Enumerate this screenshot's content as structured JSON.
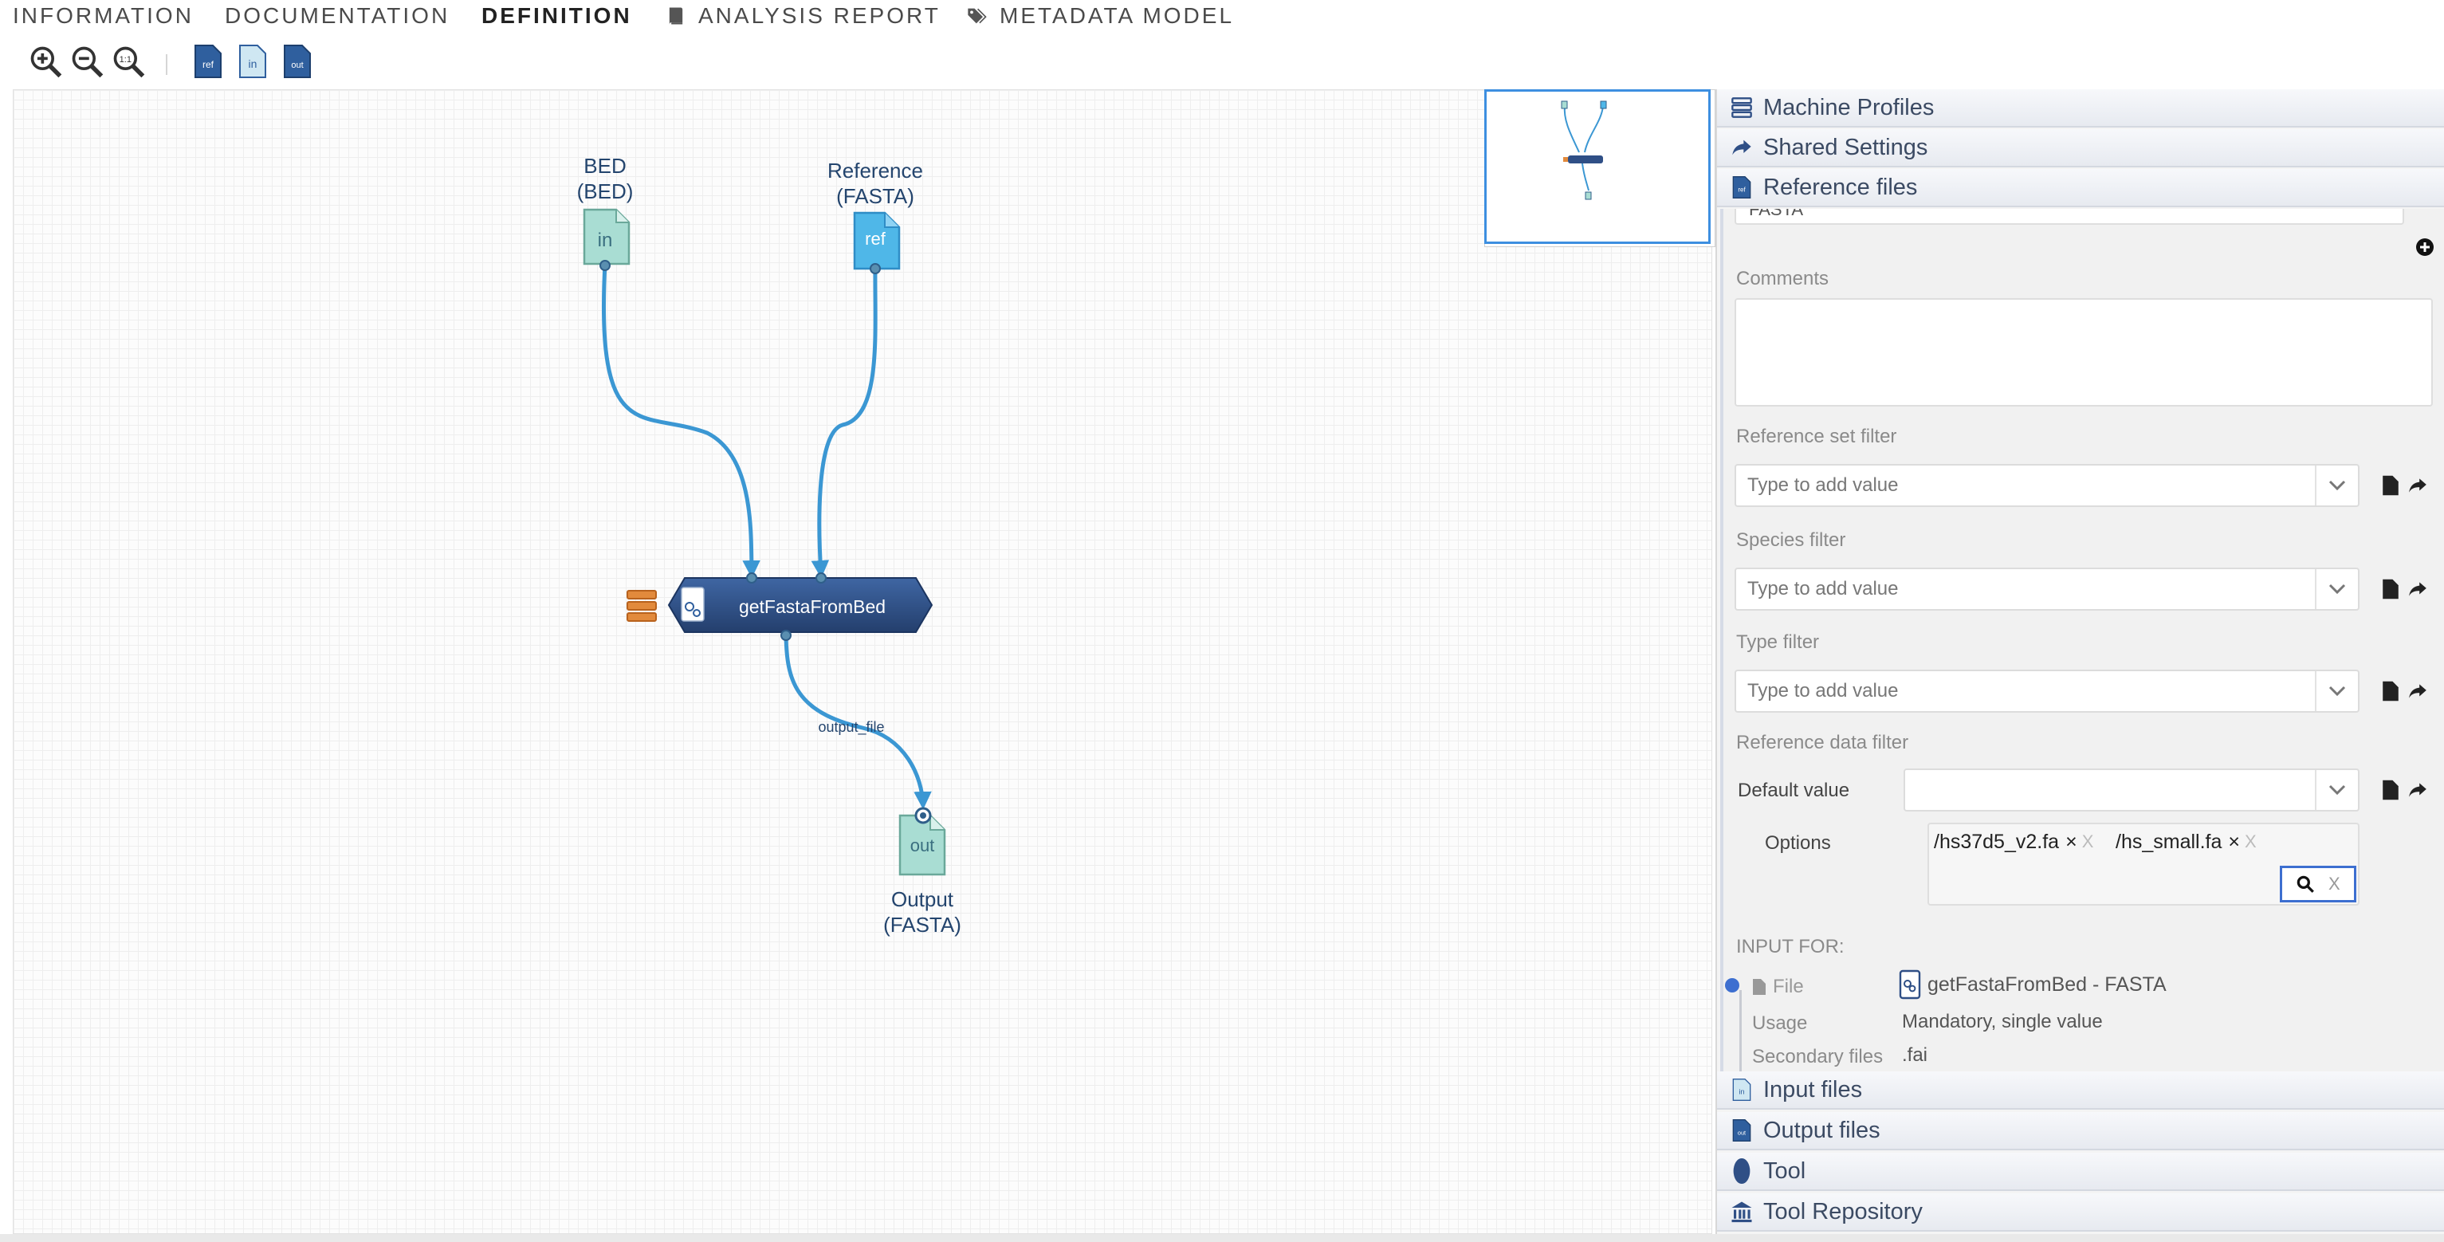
{
  "nav": {
    "tabs": [
      {
        "label": "INFORMATION"
      },
      {
        "label": "DOCUMENTATION"
      },
      {
        "label": "DEFINITION"
      },
      {
        "label": "ANALYSIS REPORT"
      },
      {
        "label": "METADATA MODEL"
      }
    ],
    "active": "DEFINITION"
  },
  "toolbar": {
    "zoom_in": "zoom-in-icon",
    "zoom_out": "zoom-out-icon",
    "zoom_reset": "1:1",
    "add_reference_label": "ref",
    "add_input_label": "in",
    "add_output_label": "out"
  },
  "graph": {
    "input_node": {
      "label1": "BED",
      "label2": "(BED)",
      "badge": "in"
    },
    "reference_node": {
      "label1": "Reference",
      "label2": "(FASTA)",
      "badge": "ref"
    },
    "tool_node": {
      "label": "getFastaFromBed"
    },
    "edge_label": "output_file",
    "output_node": {
      "label1": "Output",
      "label2": "(FASTA)",
      "badge": "out"
    }
  },
  "panel": {
    "sections_top": [
      {
        "label": "Machine Profiles",
        "icon": "server-icon"
      },
      {
        "label": "Shared Settings",
        "icon": "share-icon"
      },
      {
        "label": "Reference files",
        "icon": "ref-file-icon"
      }
    ],
    "sections_bottom": [
      {
        "label": "Input files",
        "icon": "input-file-icon"
      },
      {
        "label": "Output files",
        "icon": "output-file-icon"
      },
      {
        "label": "Tool",
        "icon": "tool-icon"
      },
      {
        "label": "Tool Repository",
        "icon": "bank-icon"
      }
    ],
    "reference": {
      "top_field_value": "FASTA",
      "comments_label": "Comments",
      "comments_value": "",
      "reference_set_filter_label": "Reference set filter",
      "species_filter_label": "Species filter",
      "type_filter_label": "Type filter",
      "placeholder": "Type to add value",
      "reference_data_filter_label": "Reference data filter",
      "default_value_label": "Default value",
      "default_value": "",
      "options_label": "Options",
      "options": [
        "/hs37d5_v2.fa",
        "/hs_small.fa"
      ],
      "remove_glyph": "×",
      "clear_glyph": "X",
      "input_for_label": "INPUT FOR:",
      "file_label": "File",
      "file_value": "getFastaFromBed - FASTA",
      "usage_label": "Usage",
      "usage_value": "Mandatory, single value",
      "secondary_label": "Secondary files",
      "secondary_value": ".fai"
    }
  },
  "colors": {
    "edge": "#3b97d3",
    "tool_node": "#2f4f86",
    "input_file": "#a9ddd3",
    "ref_file": "#4fb7e8",
    "accent": "#3d8fe0"
  }
}
